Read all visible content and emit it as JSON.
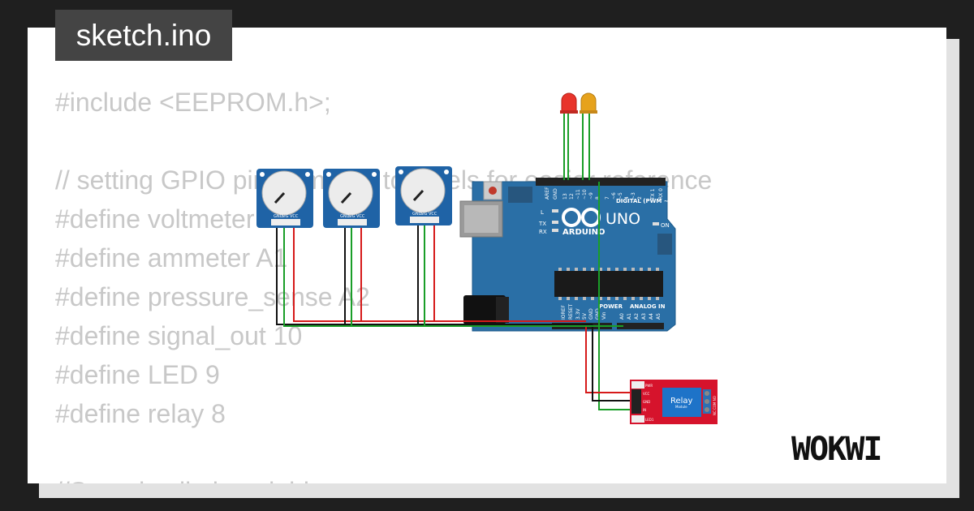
{
  "tab": {
    "filename": "sketch.ino"
  },
  "code_lines": [
    "#include <EEPROM.h>;",
    "",
    "// setting GPIO pin numbers to labels for easier reference",
    "#define voltmeter A0",
    "#define ammeter A1",
    "#define pressure_sense A2",
    "#define signal_out 10",
    "#define LED 9",
    "#define relay 8",
    "",
    "//Set relay limit variables"
  ],
  "arduino": {
    "brand": "ARDUINO",
    "model": "UNO",
    "digital_label": "DIGITAL (PWM ~)",
    "power_label": "POWER",
    "analog_label": "ANALOG IN",
    "aref": "AREF",
    "gnd": "GND",
    "tx": "TX",
    "rx": "RX",
    "l": "L",
    "on": "ON",
    "digital_pins": [
      "13",
      "12",
      "~11",
      "~10",
      "~9",
      "8",
      "7",
      "~6",
      "~5",
      "4",
      "~3",
      "2",
      "TX 1",
      "RX 0"
    ],
    "power_pins": [
      "IOREF",
      "RESET",
      "3.3V",
      "5V",
      "GND",
      "GND",
      "Vin"
    ],
    "analog_pins": [
      "A0",
      "A1",
      "A2",
      "A3",
      "A4",
      "A5"
    ]
  },
  "potentiometer": {
    "pins": [
      "GND",
      "SIG",
      "VCC"
    ]
  },
  "relay_module": {
    "title": "Relay",
    "subtitle": "Module",
    "pwr": "PWR",
    "led1": "LED1",
    "pins": [
      "VCC",
      "GND",
      "IN"
    ],
    "terminals": "NC COM NO"
  },
  "brand": {
    "logo": "WOKWI"
  },
  "colors": {
    "board": "#2a6fa6",
    "pot_body": "#1f63a6",
    "relay_board": "#d6132c",
    "relay_block": "#1e73c8",
    "led_red": "#e8342b",
    "led_yellow": "#e6a21c",
    "wire_green": "#1a9e28",
    "wire_red": "#d61a1a",
    "wire_black": "#111111"
  }
}
